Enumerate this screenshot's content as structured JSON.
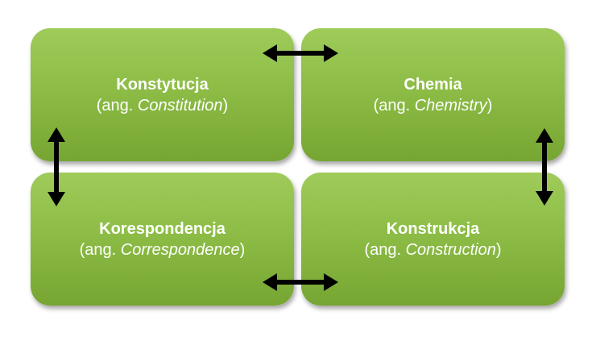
{
  "boxes": {
    "top_left": {
      "title": "Konstytucja",
      "prefix": "(ang. ",
      "term": "Constitution",
      "suffix": ")"
    },
    "top_right": {
      "title": "Chemia",
      "prefix": "(ang. ",
      "term": "Chemistry",
      "suffix": ")"
    },
    "bottom_left": {
      "title": "Korespondencja",
      "prefix": "(ang. ",
      "term": "Correspondence",
      "suffix": ")"
    },
    "bottom_right": {
      "title": "Konstrukcja",
      "prefix": "(ang. ",
      "term": "Construction",
      "suffix": ")"
    }
  },
  "colors": {
    "box_fill": "#8dbd46",
    "text": "#ffffff",
    "arrow": "#000000"
  }
}
